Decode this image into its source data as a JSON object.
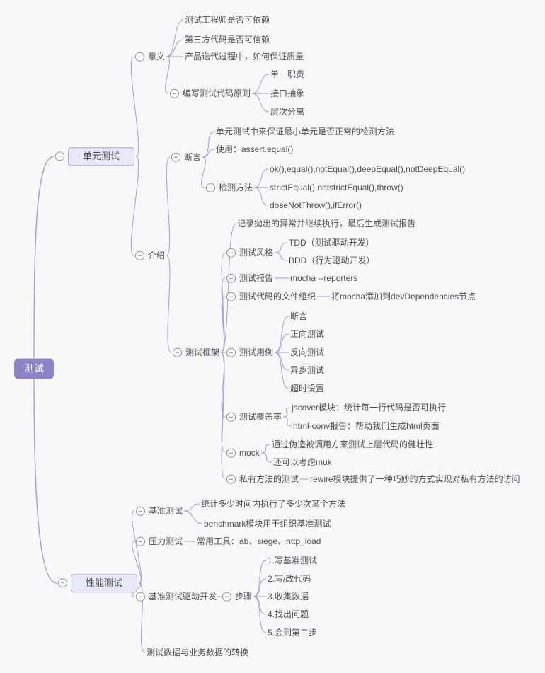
{
  "app": {
    "description_label": "mind map of testing (测试)"
  },
  "colors": {
    "background": "#f8f8f9",
    "root_bg": "#8b84c6",
    "root_text": "#ffffff",
    "topic_bg": "#e9e8f6",
    "topic_border": "#aaa4d5",
    "edge": "#a49dd3",
    "toggle_border": "#8e8e99",
    "text": "#4b4b53"
  },
  "icons": {
    "collapse_toggle": "minus-circle"
  },
  "nodes": [
    {
      "id": 0,
      "parent": null,
      "type": "root",
      "label": "测试"
    },
    {
      "id": 1,
      "parent": 0,
      "type": "topic",
      "label": "单元测试"
    },
    {
      "id": 2,
      "parent": 0,
      "type": "topic",
      "label": "性能测试"
    },
    {
      "id": 3,
      "parent": 1,
      "type": "branch",
      "label": "意义"
    },
    {
      "id": 4,
      "parent": 3,
      "type": "leaf",
      "label": "测试工程师是否可依赖"
    },
    {
      "id": 5,
      "parent": 3,
      "type": "leaf",
      "label": "第三方代码是否可信赖"
    },
    {
      "id": 6,
      "parent": 3,
      "type": "leaf",
      "label": "产品迭代过程中，如何保证质量"
    },
    {
      "id": 7,
      "parent": 3,
      "type": "branch",
      "label": "编写测试代码原则"
    },
    {
      "id": 8,
      "parent": 7,
      "type": "leaf",
      "label": "单一职责"
    },
    {
      "id": 9,
      "parent": 7,
      "type": "leaf",
      "label": "接口抽象"
    },
    {
      "id": 10,
      "parent": 7,
      "type": "leaf",
      "label": "层次分离"
    },
    {
      "id": 11,
      "parent": 1,
      "type": "branch",
      "label": "介绍"
    },
    {
      "id": 12,
      "parent": 11,
      "type": "branch",
      "label": "断言"
    },
    {
      "id": 13,
      "parent": 12,
      "type": "leaf",
      "label": "单元测试中来保证最小单元是否正常的检测方法"
    },
    {
      "id": 14,
      "parent": 12,
      "type": "leaf",
      "label": "使用：assert.equal()"
    },
    {
      "id": 15,
      "parent": 12,
      "type": "branch",
      "label": "检测方法"
    },
    {
      "id": 16,
      "parent": 15,
      "type": "leaf",
      "label": "ok(),equal(),notEqual(),deepEqual(),notDeepEqual()"
    },
    {
      "id": 17,
      "parent": 15,
      "type": "leaf",
      "label": "strictEqual(),notstrictEqual(),throw()"
    },
    {
      "id": 18,
      "parent": 15,
      "type": "leaf",
      "label": "doseNotThrow(),ifError()"
    },
    {
      "id": 19,
      "parent": 11,
      "type": "branch",
      "label": "测试框架"
    },
    {
      "id": 20,
      "parent": 19,
      "type": "leaf",
      "label": "记录抛出的异常并继续执行，最后生成测试报告"
    },
    {
      "id": 21,
      "parent": 19,
      "type": "branch",
      "label": "测试风格"
    },
    {
      "id": 22,
      "parent": 21,
      "type": "leaf",
      "label": "TDD（测试驱动开发）"
    },
    {
      "id": 23,
      "parent": 21,
      "type": "leaf",
      "label": "BDD（行为驱动开发）"
    },
    {
      "id": 24,
      "parent": 19,
      "type": "branch",
      "label": "测试报告"
    },
    {
      "id": 25,
      "parent": 24,
      "type": "leaf",
      "label": "mocha  --reporters"
    },
    {
      "id": 26,
      "parent": 19,
      "type": "branch",
      "label": "测试代码的文件组织"
    },
    {
      "id": 27,
      "parent": 26,
      "type": "leaf",
      "label": "将mocha添加到devDependencies节点"
    },
    {
      "id": 28,
      "parent": 19,
      "type": "branch",
      "label": "测试用例"
    },
    {
      "id": 29,
      "parent": 28,
      "type": "leaf",
      "label": "断言"
    },
    {
      "id": 30,
      "parent": 28,
      "type": "leaf",
      "label": "正向测试"
    },
    {
      "id": 31,
      "parent": 28,
      "type": "leaf",
      "label": "反向测试"
    },
    {
      "id": 32,
      "parent": 28,
      "type": "leaf",
      "label": "异步测试"
    },
    {
      "id": 33,
      "parent": 28,
      "type": "leaf",
      "label": "超时设置"
    },
    {
      "id": 34,
      "parent": 19,
      "type": "branch",
      "label": "测试覆盖率"
    },
    {
      "id": 35,
      "parent": 34,
      "type": "leaf",
      "label": "jscover模块：统计每一行代码是否可执行"
    },
    {
      "id": 36,
      "parent": 34,
      "type": "leaf",
      "label": "html-conv报告：帮助我们生成html页面"
    },
    {
      "id": 37,
      "parent": 19,
      "type": "branch",
      "label": "mock"
    },
    {
      "id": 38,
      "parent": 37,
      "type": "leaf",
      "label": "通过伪造被调用方来测试上层代码的健壮性"
    },
    {
      "id": 39,
      "parent": 37,
      "type": "leaf",
      "label": "还可以考虑muk"
    },
    {
      "id": 40,
      "parent": 19,
      "type": "branch",
      "label": "私有方法的测试"
    },
    {
      "id": 41,
      "parent": 40,
      "type": "leaf",
      "label": "rewire模块提供了一种巧妙的方式实现对私有方法的访问"
    },
    {
      "id": 42,
      "parent": 2,
      "type": "branch",
      "label": "基准测试"
    },
    {
      "id": 43,
      "parent": 42,
      "type": "leaf",
      "label": "统计多少时间内执行了多少次某个方法"
    },
    {
      "id": 44,
      "parent": 42,
      "type": "leaf",
      "label": "benchmark模块用于组织基准测试"
    },
    {
      "id": 45,
      "parent": 2,
      "type": "branch",
      "label": "压力测试"
    },
    {
      "id": 46,
      "parent": 45,
      "type": "leaf",
      "label": "常用工具：ab、siege、http_load"
    },
    {
      "id": 47,
      "parent": 2,
      "type": "branch",
      "label": "基准测试驱动开发"
    },
    {
      "id": 48,
      "parent": 47,
      "type": "branch",
      "label": "步骤"
    },
    {
      "id": 49,
      "parent": 48,
      "type": "leaf",
      "label": "1.写基准测试"
    },
    {
      "id": 50,
      "parent": 48,
      "type": "leaf",
      "label": "2.写/改代码"
    },
    {
      "id": 51,
      "parent": 48,
      "type": "leaf",
      "label": "3.收集数据"
    },
    {
      "id": 52,
      "parent": 48,
      "type": "leaf",
      "label": "4.找出问题"
    },
    {
      "id": 53,
      "parent": 48,
      "type": "leaf",
      "label": "5.会到第二步"
    },
    {
      "id": 54,
      "parent": 2,
      "type": "leaf",
      "label": "测试数据与业务数据的转换"
    }
  ]
}
